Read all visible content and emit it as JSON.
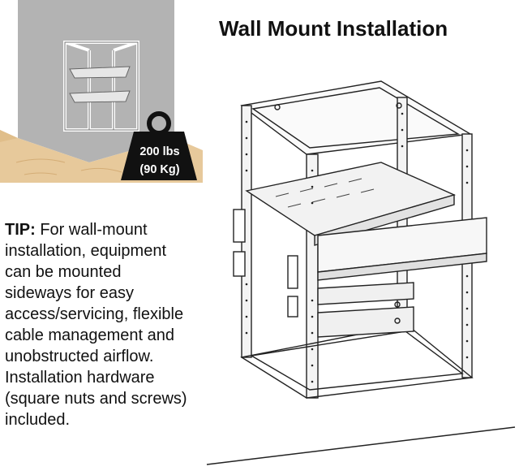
{
  "title": "Wall Mount Installation",
  "weight": {
    "line1": "200 lbs",
    "line2": "(90 Kg)"
  },
  "tip": {
    "label": "TIP:",
    "text": "For wall-mount installation, equipment can be mounted sideways for easy access/servicing, flexible cable management and unobstructed airflow. Installation hardware (square nuts and screws) included."
  }
}
